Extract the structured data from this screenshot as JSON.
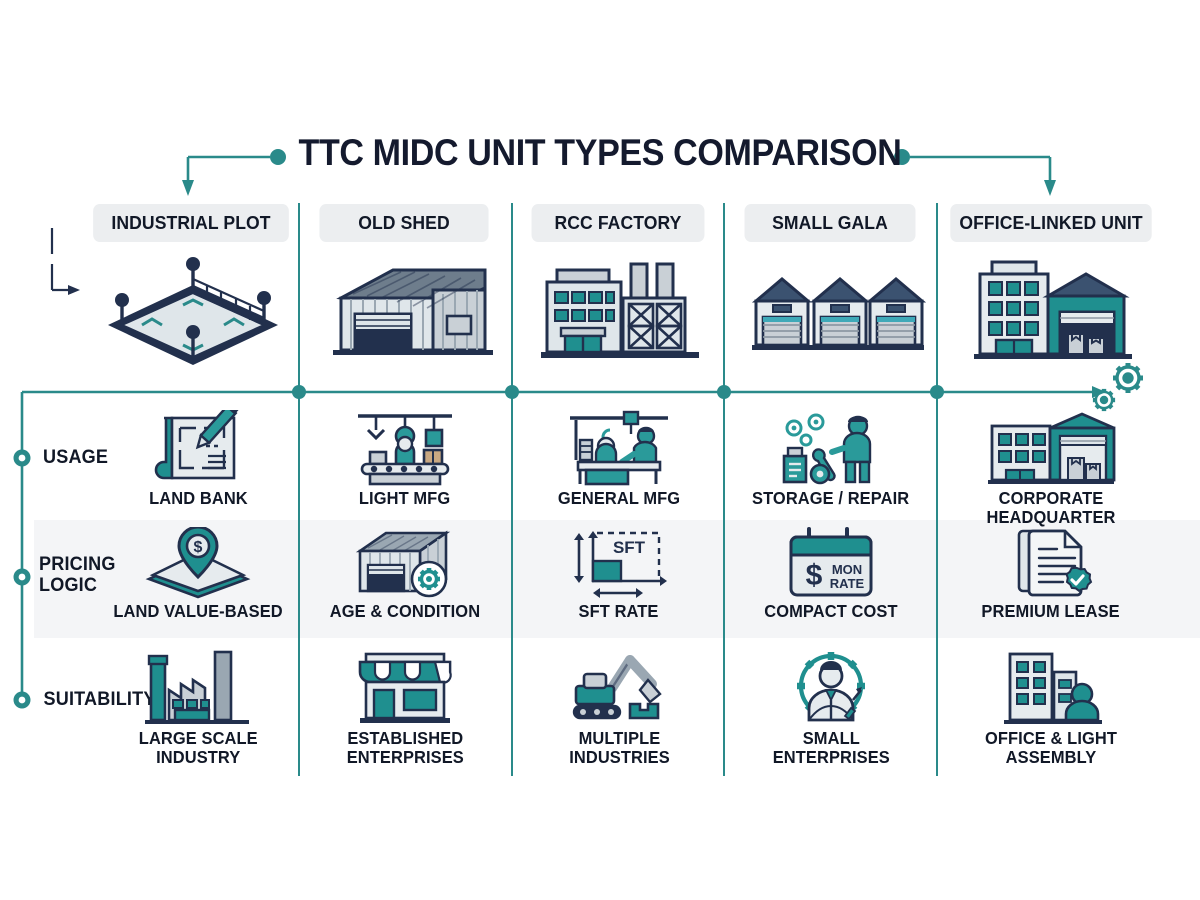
{
  "title": "TTC MIDC UNIT TYPES COMPARISON",
  "colors": {
    "teal": "#2a8a8a",
    "teal_light": "#4fb3b3",
    "navy": "#22304d",
    "dark_text": "#111827",
    "pill_bg": "#eceef0",
    "band_shade": "#f4f5f7",
    "grey_fill": "#c9d0d6",
    "light_grey": "#e3e7ea"
  },
  "columns": [
    {
      "header": "INDUSTRIAL PLOT",
      "icon": "fenced-land-plot-icon"
    },
    {
      "header": "OLD SHED",
      "icon": "metal-shed-icon"
    },
    {
      "header": "RCC FACTORY",
      "icon": "factory-building-icon"
    },
    {
      "header": "SMALL GALA",
      "icon": "row-of-galas-icon"
    },
    {
      "header": "OFFICE-LINKED UNIT",
      "icon": "office-with-warehouse-icon"
    }
  ],
  "rows": [
    {
      "label": "USAGE",
      "label_lines": [
        "USAGE"
      ],
      "shaded": false,
      "cells": [
        {
          "caption": "LAND BANK",
          "icon": "blueprint-pencil-icon"
        },
        {
          "caption": "LIGHT MFG",
          "icon": "conveyor-assembly-icon"
        },
        {
          "caption": "GENERAL MFG",
          "icon": "workbench-crane-icon"
        },
        {
          "caption": "STORAGE / REPAIR",
          "icon": "mechanic-tools-icon"
        },
        {
          "caption": "CORPORATE HEADQUARTER",
          "icon": "office-warehouse-icon"
        }
      ]
    },
    {
      "label": "PRICING LOGIC",
      "label_lines": [
        "PRICING",
        "LOGIC"
      ],
      "shaded": true,
      "cells": [
        {
          "caption": "LAND VALUE-BASED",
          "icon": "land-dollar-pin-icon"
        },
        {
          "caption": "AGE & CONDITION",
          "icon": "shed-gear-icon"
        },
        {
          "caption": "SFT RATE",
          "icon": "area-measure-icon",
          "label_in_icon": "SFT"
        },
        {
          "caption": "COMPACT COST",
          "icon": "calendar-rate-icon",
          "label_in_icon": [
            "MON",
            "RATE"
          ],
          "currency": "$"
        },
        {
          "caption": "PREMIUM LEASE",
          "icon": "document-verified-icon"
        }
      ]
    },
    {
      "label": "SUITABILITY",
      "label_lines": [
        "SUITABILITY"
      ],
      "shaded": false,
      "cells": [
        {
          "caption": "LARGE SCALE\nINDUSTRY",
          "icon": "factory-plant-icon"
        },
        {
          "caption": "ESTABLISHED\nENTERPRISES",
          "icon": "storefront-icon"
        },
        {
          "caption": "MULTIPLE\nINDUSTRIES",
          "icon": "excavator-icon"
        },
        {
          "caption": "SMALL\nENTERPRISES",
          "icon": "person-gear-icon"
        },
        {
          "caption": "OFFICE & LIGHT ASSEMBLY",
          "icon": "office-person-icon"
        }
      ]
    }
  ],
  "decor": {
    "left_arrow_marker": "arrow-down-left",
    "right_arrow_marker": "arrow-down-right",
    "timeline_arrow": "arrow-right",
    "gear_cluster": "gears-icon",
    "bullet_dots": 5
  }
}
